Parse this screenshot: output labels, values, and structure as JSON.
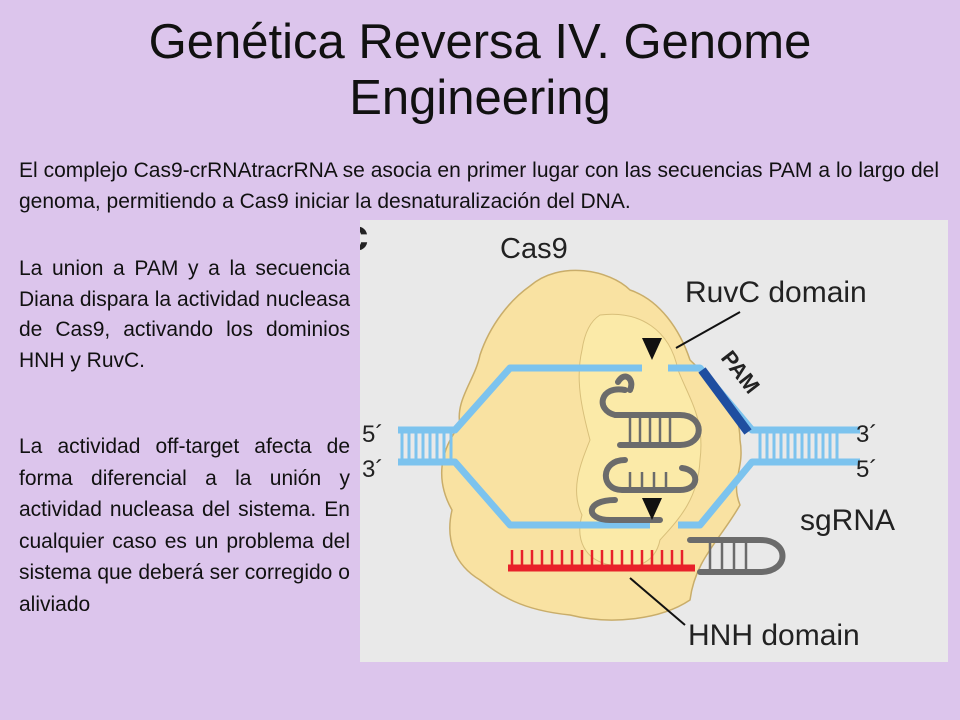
{
  "slide": {
    "title": "Genética Reversa IV. Genome Engineering",
    "paragraph_1": "El complejo Cas9-crRNAtracrRNA se asocia en primer lugar con las secuencias  PAM a lo largo del genoma, permitiendo a Cas9 iniciar la desnaturalización del DNA.",
    "paragraph_2": "La union a PAM y a la secuencia Diana dispara la actividad nucleasa de Cas9, activando los dominios HNH y RuvC.",
    "paragraph_3": "La actividad off-target afecta de forma diferencial a la unión y actividad nucleasa del sistema. En cualquier caso es un problema del sistema que deberá ser corregido o aliviado"
  },
  "figure": {
    "panel_letter": "c",
    "labels": {
      "cas9": "Cas9",
      "ruvc": "RuvC domain",
      "pam": "PAM",
      "five_prime_left": "5´",
      "three_prime_left": "3´",
      "three_prime_right": "3´",
      "five_prime_right": "5´",
      "sgrna": "sgRNA",
      "hnh": "HNH domain"
    },
    "colors": {
      "background": "#dcc5ec",
      "figure_bg": "#e9e9e9",
      "cas9_protein": "#f9e2a2",
      "cas9_lobe": "#fbeaa8",
      "dna": "#7cc3ee",
      "pam": "#1f4ea0",
      "sgrna": "#6b6b6b",
      "target_strand": "#e8212a"
    },
    "icons": [
      "cleavage-arrow-icon"
    ]
  }
}
